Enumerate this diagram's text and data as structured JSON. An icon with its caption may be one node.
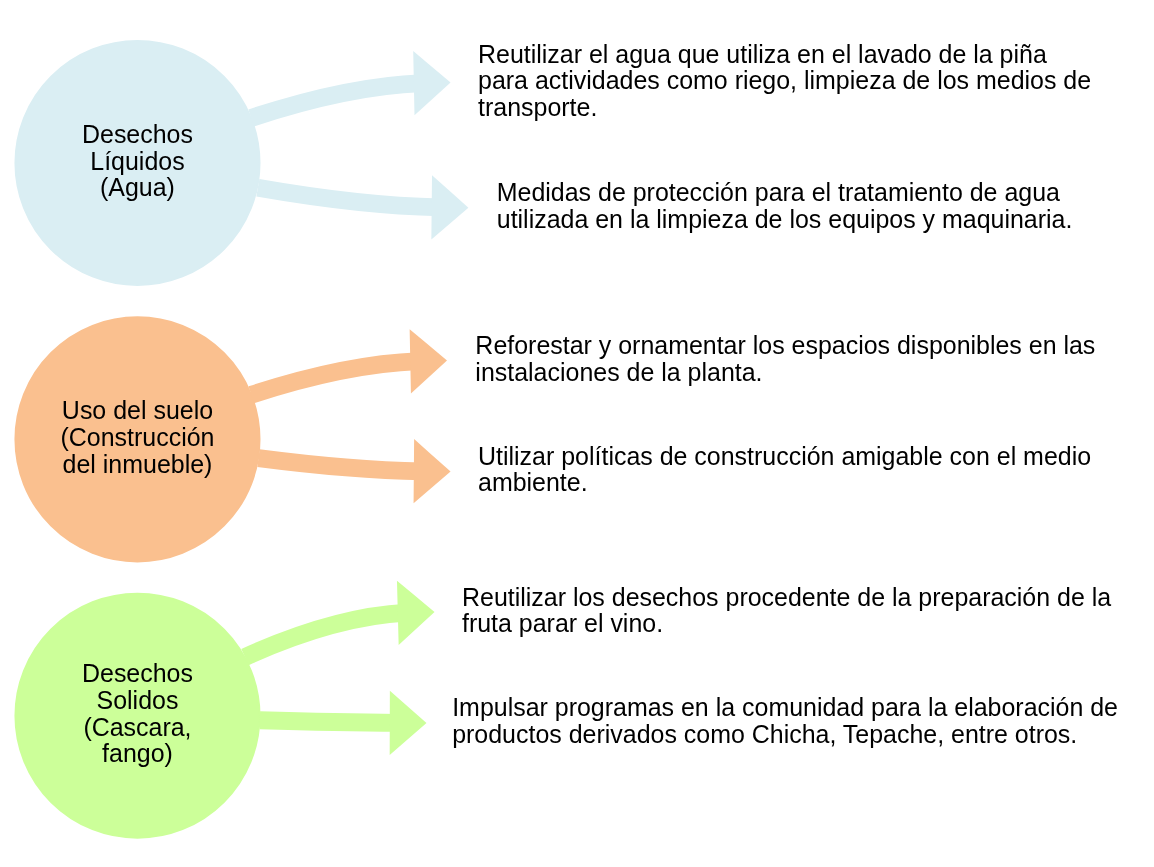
{
  "diagram": {
    "nodes": [
      {
        "text": [
          "Desechos Líquidos (Agua)"
        ]
      },
      {
        "text": [
          "Reutilizar el agua que utiliza en el lavado de la piña para actividades como riego, limpieza de los medios de transporte."
        ]
      },
      {
        "text": [
          "Medidas de protección para el tratamiento de agua utilizada en la limpieza de los equipos y maquinaria."
        ]
      },
      {
        "text": [
          "Uso del suelo (Construcción del inmueble)"
        ]
      },
      {
        "text": [
          "Reforestar y ornamentar los espacios disponibles en las instalaciones de la planta."
        ]
      },
      {
        "text": [
          "Utilizar políticas de construcción amigable con el medio ambiente."
        ]
      },
      {
        "text": [
          "Desechos Solidos (Cascara, fango)"
        ]
      },
      {
        "text": [
          "Reutilizar los desechos procedente de la preparación de la fruta parar el vino."
        ]
      },
      {
        "text": [
          "Impulsar programas en la comunidad para la elaboración de productos derivados como Chicha, Tepache, entre otros."
        ]
      }
    ],
    "edges": [
      {
        "from": 0,
        "to": 1,
        "arrow": "to",
        "color": "#daeef3"
      },
      {
        "from": 0,
        "to": 2,
        "arrow": "to",
        "color": "#daeef3"
      },
      {
        "from": 3,
        "to": 4,
        "arrow": "to",
        "color": "#fac08f"
      },
      {
        "from": 3,
        "to": 5,
        "arrow": "to",
        "color": "#fac08f"
      },
      {
        "from": 6,
        "to": 7,
        "arrow": "to",
        "color": "#ccff99"
      },
      {
        "from": 6,
        "to": 8,
        "arrow": "to",
        "color": "#ccff99"
      }
    ]
  }
}
